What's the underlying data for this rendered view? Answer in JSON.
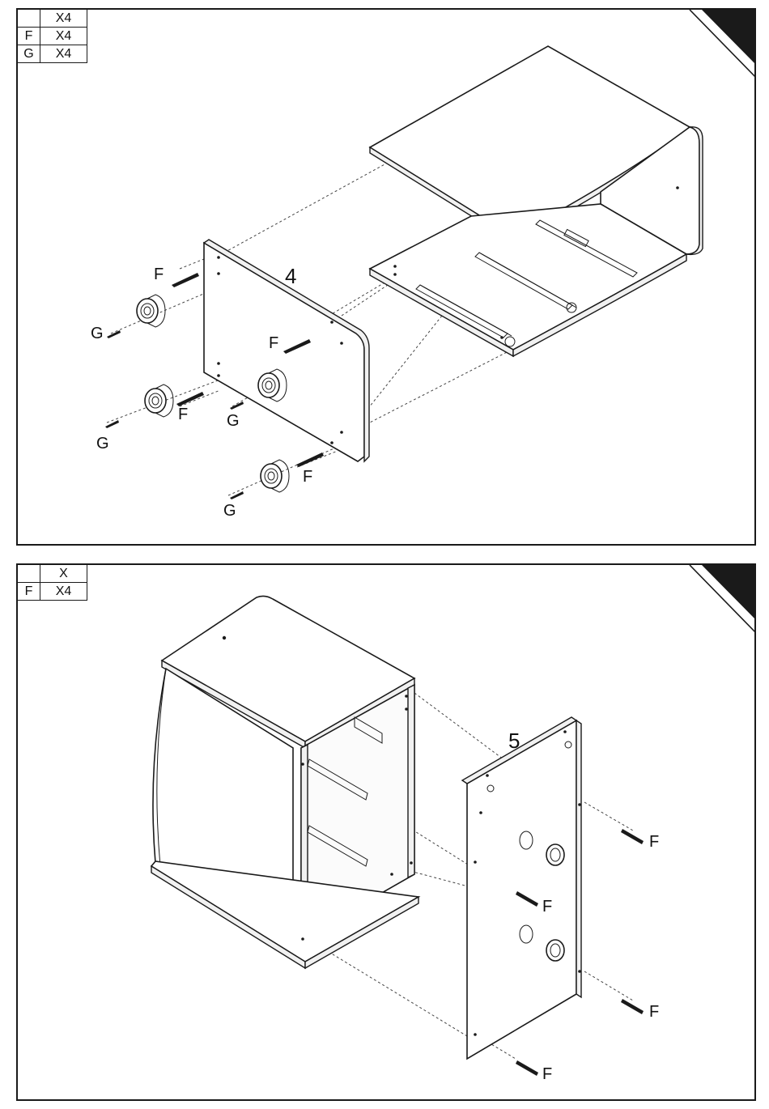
{
  "steps": [
    {
      "step_number": "4",
      "parts": [
        {
          "code": "",
          "qty": "X4"
        },
        {
          "code": "F",
          "qty": "X4"
        },
        {
          "code": "G",
          "qty": "X4"
        }
      ],
      "callouts": [
        "F",
        "G",
        "F",
        "G",
        "F",
        "G",
        "F",
        "G"
      ]
    },
    {
      "step_number": "5",
      "parts": [
        {
          "code": "",
          "qty": "X"
        },
        {
          "code": "F",
          "qty": "X4"
        }
      ],
      "callouts": [
        "F",
        "F",
        "F",
        "F"
      ]
    }
  ],
  "colors": {
    "ink": "#1a1a1a",
    "corner_tab": "#1a1a1a",
    "background": "#ffffff"
  }
}
